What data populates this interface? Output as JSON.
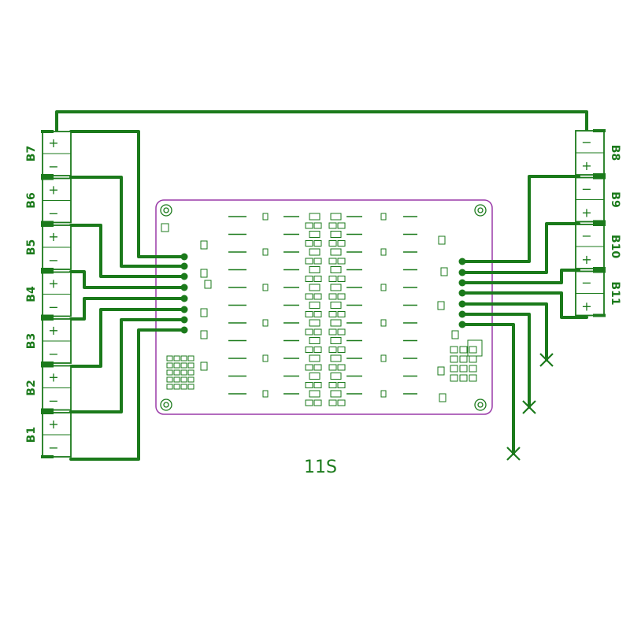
{
  "diagram": {
    "caption": "11S",
    "left_batteries": [
      "B7",
      "B6",
      "B5",
      "B4",
      "B3",
      "B2",
      "B1"
    ],
    "right_batteries": [
      "B8",
      "B9",
      "B10",
      "B11"
    ],
    "plus_sign": "+",
    "minus_sign": "−",
    "colors": {
      "wire": "#1b7a1b",
      "board_outline": "#9a3aa8",
      "component": "#1b7a1b",
      "background": "#ffffff"
    }
  }
}
